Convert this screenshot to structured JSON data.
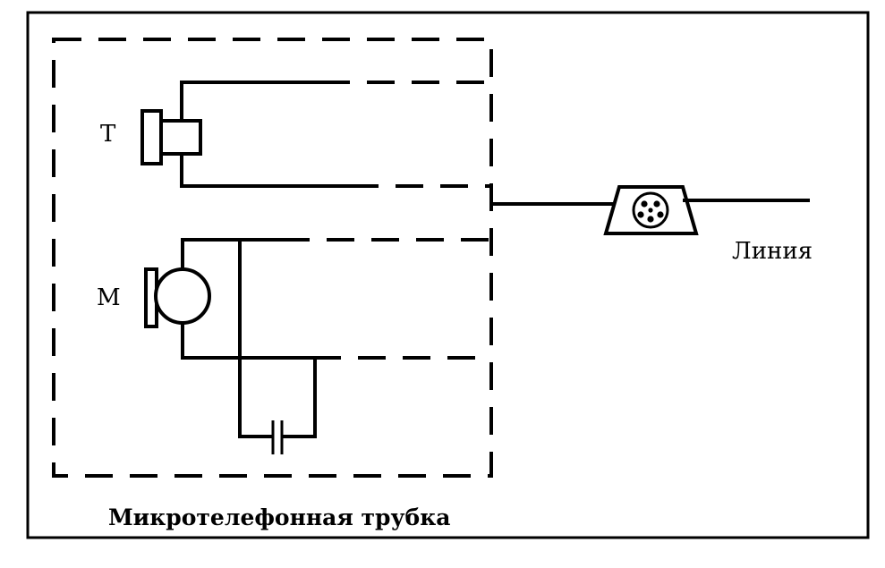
{
  "labels": {
    "earphone": "Т",
    "microphone": "М",
    "line": "Линия",
    "handset": "Микротелефонная трубка"
  },
  "icons": {
    "earphone": "earphone-icon",
    "microphone": "microphone-icon",
    "connector": "connector-plug-icon"
  },
  "colors": {
    "ink": "#000000",
    "paper": "#ffffff"
  }
}
